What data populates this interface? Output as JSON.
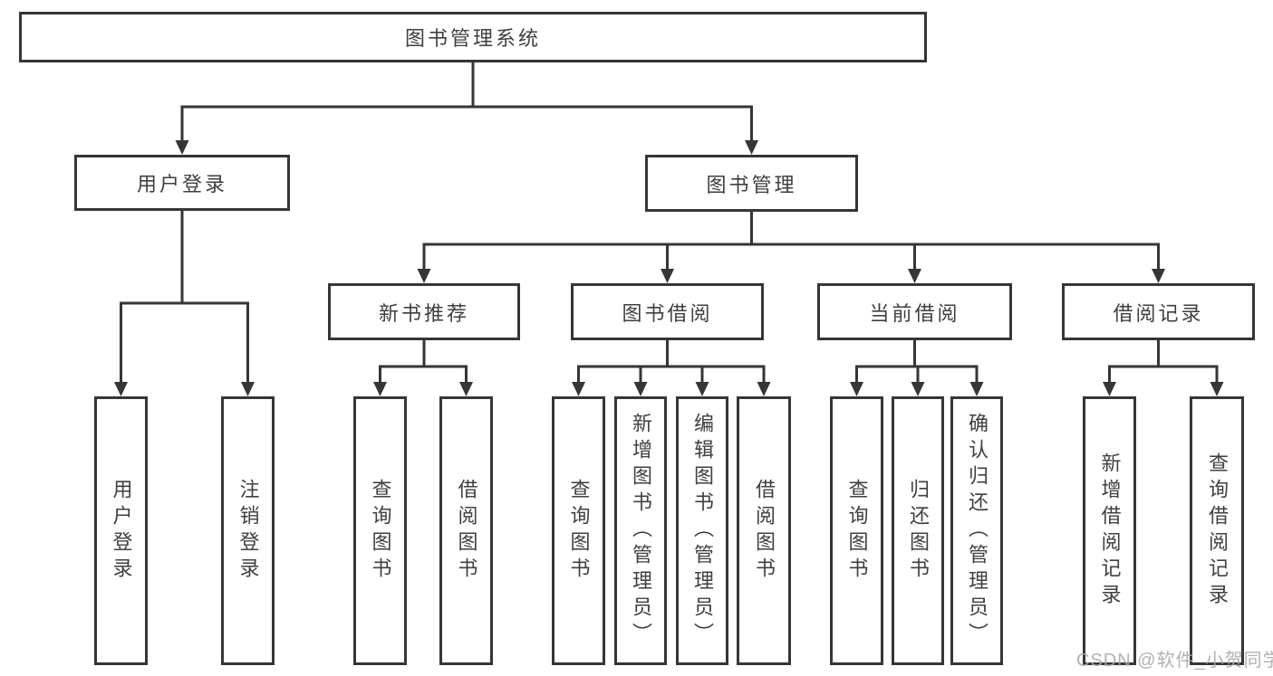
{
  "diagram": {
    "title": "图书管理系统",
    "nodes": {
      "root": {
        "label": "图书管理系统"
      },
      "user_login": {
        "label": "用户登录"
      },
      "book_mgmt": {
        "label": "图书管理"
      },
      "new_rec": {
        "label": "新书推荐"
      },
      "book_borrow": {
        "label": "图书借阅"
      },
      "cur_borrow": {
        "label": "当前借阅"
      },
      "borrow_rec": {
        "label": "借阅记录"
      },
      "ul_login": {
        "label": "用户登录"
      },
      "ul_logout": {
        "label": "注销登录"
      },
      "nr_query": {
        "label": "查询图书"
      },
      "nr_borrow": {
        "label": "借阅图书"
      },
      "bb_query": {
        "label": "查询图书"
      },
      "bb_add": {
        "label": "新增图书（管理员）"
      },
      "bb_edit": {
        "label": "编辑图书（管理员）"
      },
      "bb_borrow": {
        "label": "借阅图书"
      },
      "cb_query": {
        "label": "查询图书"
      },
      "cb_return": {
        "label": "归还图书"
      },
      "cb_confirm": {
        "label": "确认归还（管理员）"
      },
      "br_add": {
        "label": "新增借阅记录"
      },
      "br_query": {
        "label": "查询借阅记录"
      }
    },
    "edges": [
      {
        "from": "root",
        "to": [
          "user_login",
          "book_mgmt"
        ]
      },
      {
        "from": "user_login",
        "to": [
          "ul_login",
          "ul_logout"
        ]
      },
      {
        "from": "book_mgmt",
        "to": [
          "new_rec",
          "book_borrow",
          "cur_borrow",
          "borrow_rec"
        ]
      },
      {
        "from": "new_rec",
        "to": [
          "nr_query",
          "nr_borrow"
        ]
      },
      {
        "from": "book_borrow",
        "to": [
          "bb_query",
          "bb_add",
          "bb_edit",
          "bb_borrow"
        ]
      },
      {
        "from": "cur_borrow",
        "to": [
          "cb_query",
          "cb_return",
          "cb_confirm"
        ]
      },
      {
        "from": "borrow_rec",
        "to": [
          "br_add",
          "br_query"
        ]
      }
    ],
    "colors": {
      "line": "#363636",
      "box_border": "#363636",
      "box_fill": "#ffffff",
      "text": "#3f3f3f",
      "watermark": "#aaaaaa"
    }
  },
  "watermark": {
    "text": "CSDN @软件_小贺同学"
  }
}
